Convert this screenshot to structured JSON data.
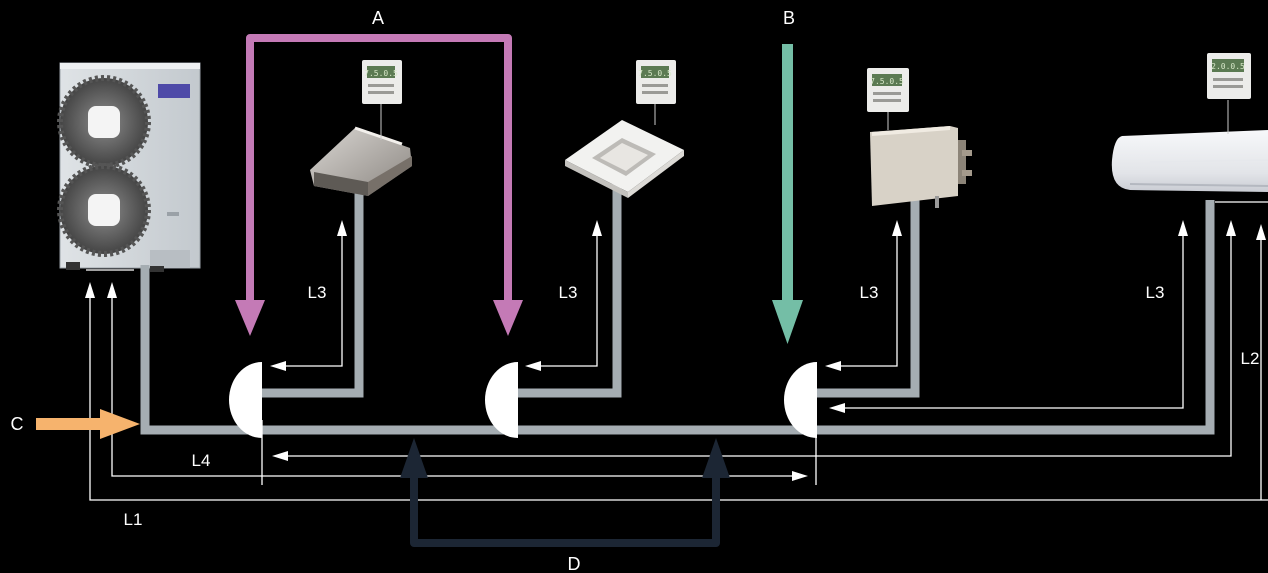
{
  "labels": {
    "a": "A",
    "b": "B",
    "c": "C",
    "d": "D",
    "l1": "L1",
    "l2": "L2",
    "l3_unit1": "L3",
    "l3_unit2": "L3",
    "l3_unit3": "L3",
    "l3_unit4": "L3",
    "l4": "L4"
  },
  "controllers": {
    "unit1": "7.5.0.5",
    "unit2": "7.5.0.5",
    "unit3": "7.5.0.5",
    "unit4": "2.0.0.5"
  },
  "colors": {
    "background": "#000000",
    "pipe": "#a5adb2",
    "measure_line": "#ffffff",
    "arrow_a": "#c47ab6",
    "arrow_b": "#74bea6",
    "arrow_c": "#f6b36d",
    "arrow_d": "#1c2634"
  }
}
